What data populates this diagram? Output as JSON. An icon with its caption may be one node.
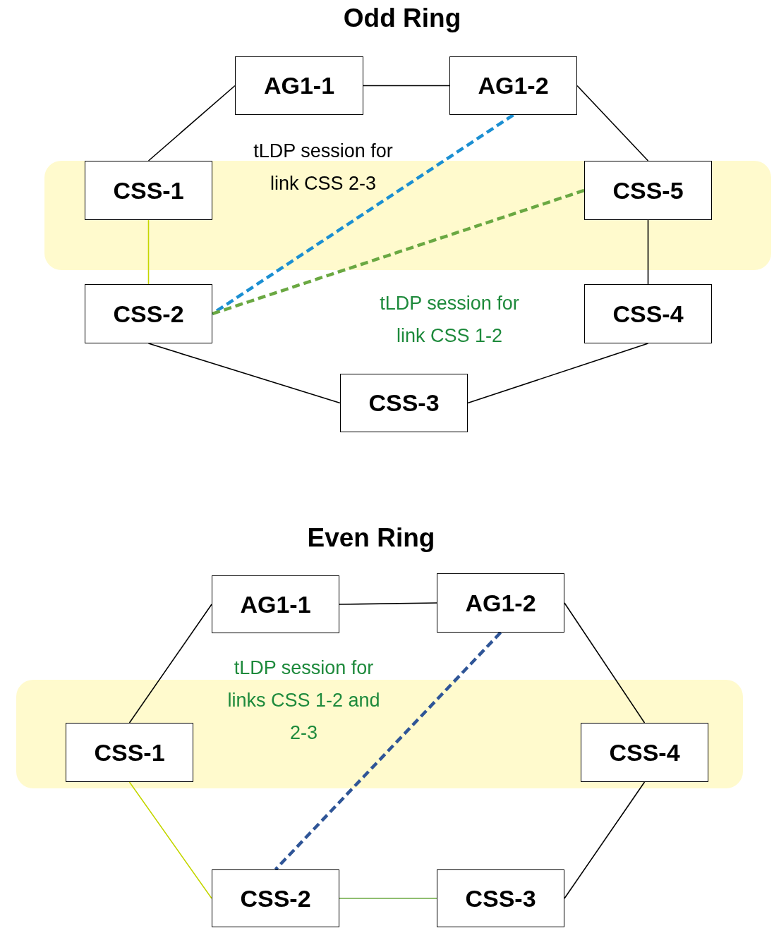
{
  "diagram": {
    "nodes": [
      {
        "text": [
          "AG1-1"
        ]
      },
      {
        "text": [
          "AG1-2"
        ]
      },
      {
        "text": [
          "CSS-1"
        ]
      },
      {
        "text": [
          "CSS-5"
        ]
      },
      {
        "text": [
          "CSS-2"
        ]
      },
      {
        "text": [
          "CSS-4"
        ]
      },
      {
        "text": [
          "CSS-3"
        ]
      },
      {
        "text": [
          "AG1-1"
        ]
      },
      {
        "text": [
          "AG1-2"
        ]
      },
      {
        "text": [
          "CSS-1"
        ]
      },
      {
        "text": [
          "CSS-4"
        ]
      },
      {
        "text": [
          "CSS-2"
        ]
      },
      {
        "text": [
          "CSS-3"
        ]
      }
    ],
    "edges": [
      {
        "from": 0,
        "to": 1,
        "arrow": "none"
      },
      {
        "from": 0,
        "to": 2,
        "arrow": "none"
      },
      {
        "from": 1,
        "to": 3,
        "arrow": "none"
      },
      {
        "from": 2,
        "to": 4,
        "arrow": "none",
        "color": "#c4d600"
      },
      {
        "from": 3,
        "to": 5,
        "arrow": "none"
      },
      {
        "from": 4,
        "to": 6,
        "arrow": "none"
      },
      {
        "from": 5,
        "to": 6,
        "arrow": "none"
      },
      {
        "from": 1,
        "to": 4,
        "arrow": "none",
        "style": "dashed",
        "color": "#1b8fd2"
      },
      {
        "from": 3,
        "to": 4,
        "arrow": "none",
        "style": "dashed",
        "color": "#6aa842"
      },
      {
        "from": 7,
        "to": 8,
        "arrow": "none"
      },
      {
        "from": 7,
        "to": 9,
        "arrow": "none"
      },
      {
        "from": 8,
        "to": 10,
        "arrow": "none"
      },
      {
        "from": 9,
        "to": 11,
        "arrow": "none",
        "color": "#c4d600"
      },
      {
        "from": 11,
        "to": 12,
        "arrow": "none",
        "color": "#6aa842"
      },
      {
        "from": 10,
        "to": 12,
        "arrow": "none"
      },
      {
        "from": 8,
        "to": 11,
        "arrow": "none",
        "style": "dashed",
        "color": "#2f5597"
      }
    ],
    "labels": [
      "Odd Ring",
      "tLDP session for link CSS 2-3",
      "tLDP session for link CSS 1-2",
      "Even Ring",
      "tLDP session for links CSS 1-2 and 2-3"
    ]
  }
}
